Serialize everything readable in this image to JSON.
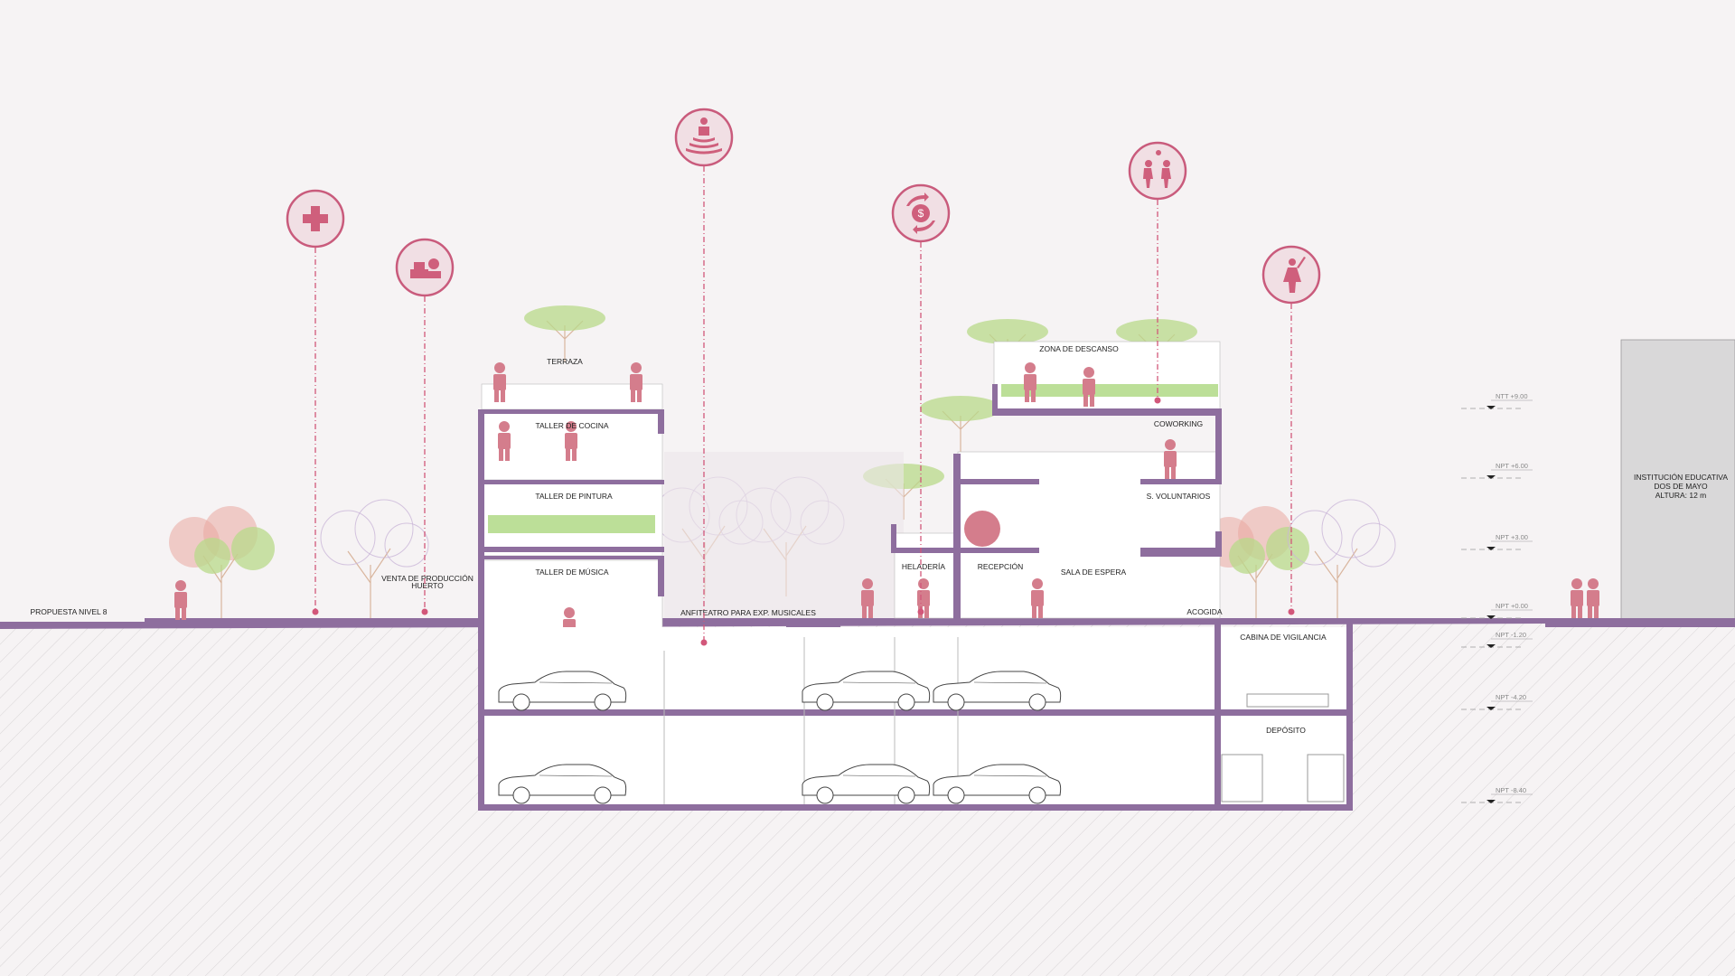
{
  "title": "Sección arquitectónica - Centro comunitario",
  "colors": {
    "background": "#f6f3f4",
    "structure": "#8e6e9e",
    "accent": "#cf5f7c",
    "neighbor": "#d9d8d9"
  },
  "icons": [
    {
      "name": "health-cross-icon"
    },
    {
      "name": "market-vendor-icon"
    },
    {
      "name": "music-listener-icon"
    },
    {
      "name": "money-exchange-icon"
    },
    {
      "name": "people-playing-icon"
    },
    {
      "name": "child-dancing-icon"
    }
  ],
  "labels": {
    "propuesta": "PROPUESTA NIVEL 8",
    "venta_1": "VENTA DE PRODUCCIÓN",
    "venta_2": "HUERTO",
    "terraza": "TERRAZA",
    "cocina": "TALLER DE COCINA",
    "pintura": "TALLER DE PINTURA",
    "musica": "TALLER DE MÚSICA",
    "anfiteatro": "ANFITEATRO PARA EXP. MUSICALES",
    "descanso": "ZONA DE DESCANSO",
    "coworking": "COWORKING",
    "voluntarios": "S. VOLUNTARIOS",
    "heladeria": "HELADERÍA",
    "recepcion": "RECEPCIÓN",
    "espera": "SALA DE ESPERA",
    "acogida": "ACOGIDA",
    "vigilancia": "CABINA DE VIGILANCIA",
    "deposito": "DEPÓSITO"
  },
  "neighbor": {
    "line1": "INSTITUCIÓN EDUCATIVA",
    "line2": "DOS DE MAYO",
    "line3": "ALTURA: 12 m"
  },
  "levels": [
    "NTT  +9.00",
    "NPT  +6.00",
    "NPT  +3.00",
    "NPT  +0.00",
    "NPT  -1.20",
    "NPT  -4.20",
    "NPT  -8.40"
  ]
}
